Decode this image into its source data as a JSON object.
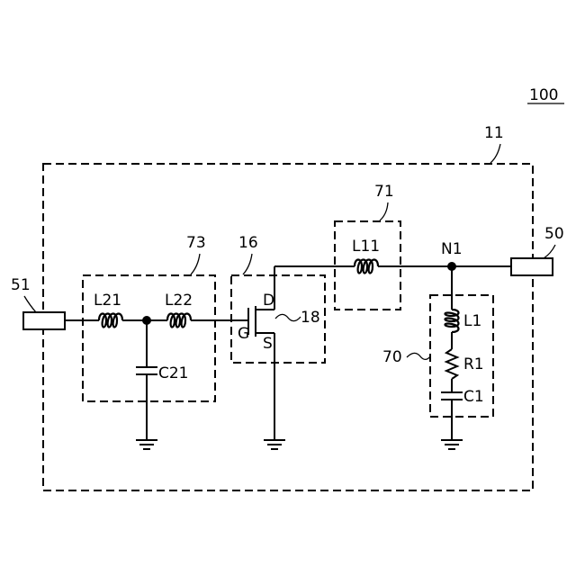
{
  "labels": {
    "figure": "100",
    "module": "11",
    "terminal_out": "50",
    "terminal_in": "51",
    "block_73": "73",
    "block_16": "16",
    "block_71": "71",
    "node": "N1",
    "transistor": "18",
    "drain": "D",
    "gate": "G",
    "source": "S",
    "inductor_l21": "L21",
    "inductor_l22": "L22",
    "capacitor_c21": "C21",
    "inductor_l11": "L11",
    "inductor_l1": "L1",
    "resistor_r1": "R1",
    "capacitor_c1": "C1",
    "block_70": "70"
  }
}
